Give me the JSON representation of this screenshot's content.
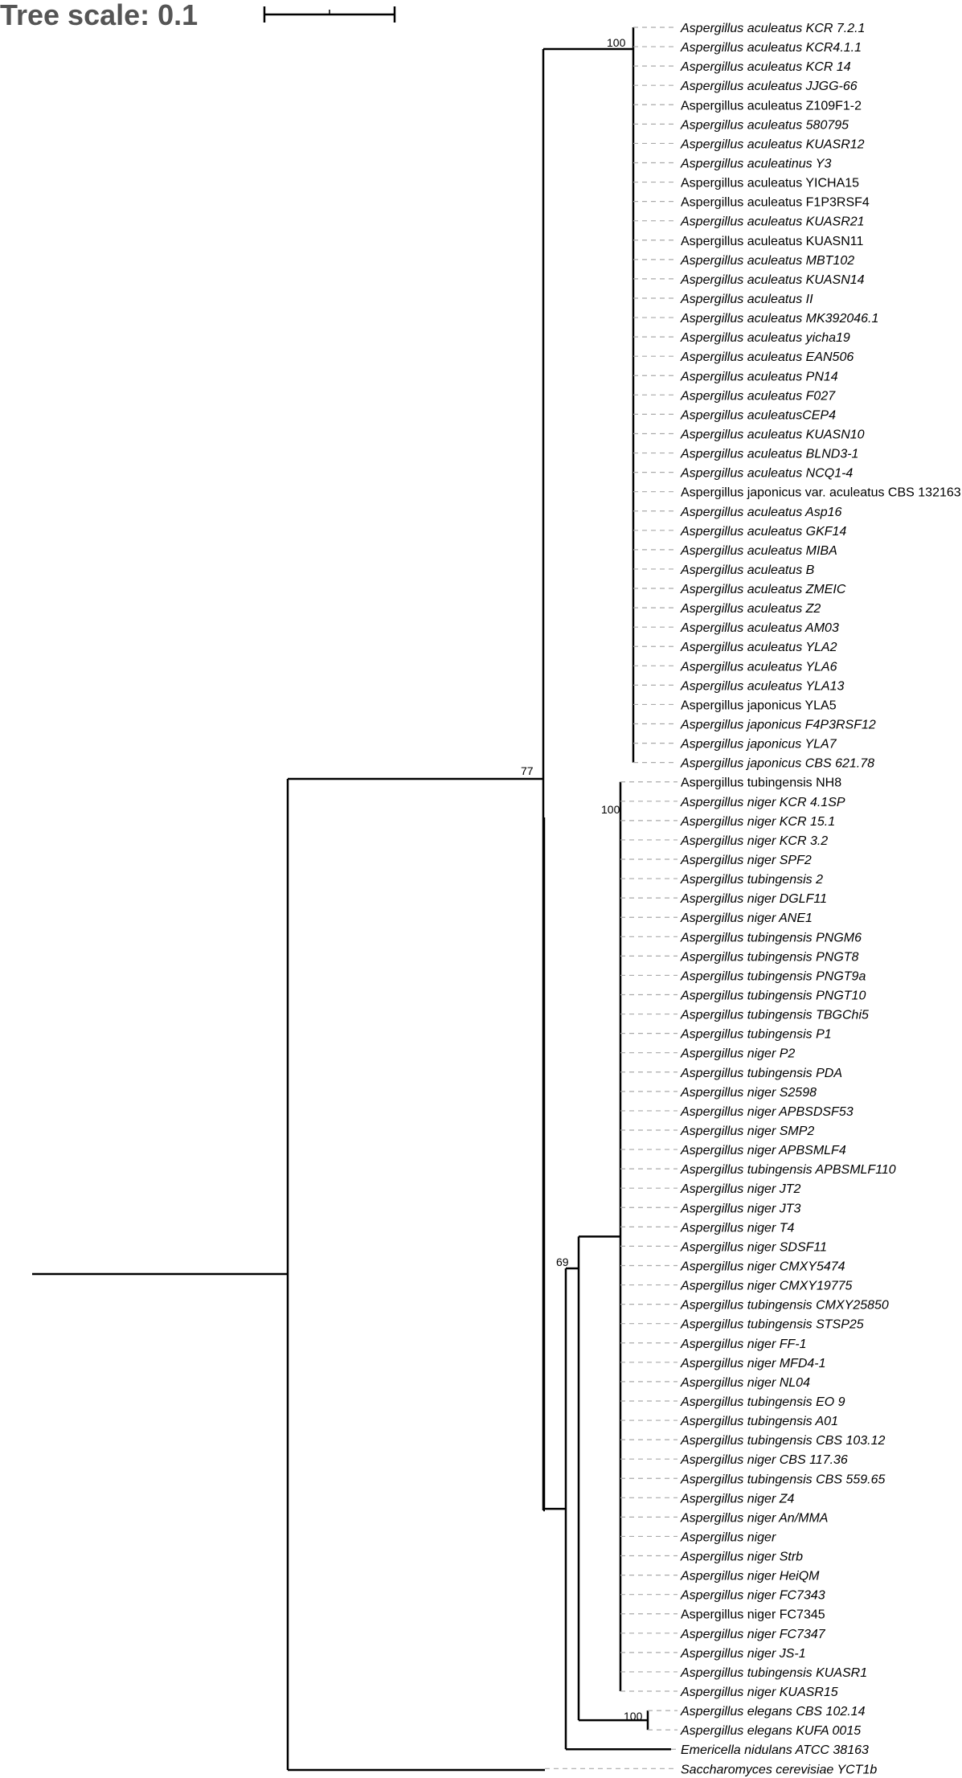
{
  "tree_scale": {
    "label": "Tree scale: 0.1"
  },
  "colors": {
    "highlight": "#e8262a",
    "normal": "#000000",
    "branch": "#000000",
    "guide": "#aaaaaa",
    "title": "#555555"
  },
  "support_values": [
    "100",
    "77",
    "100",
    "69",
    "100"
  ],
  "leaves": [
    {
      "label": "Aspergillus aculeatus KCR 7.2.1",
      "italic": true,
      "highlight": true
    },
    {
      "label": "Aspergillus aculeatus KCR4.1.1",
      "italic": true,
      "highlight": true
    },
    {
      "label": "Aspergillus aculeatus KCR 14",
      "italic": true,
      "highlight": true
    },
    {
      "label": "Aspergillus aculeatus JJGG-66",
      "italic": true,
      "highlight": false
    },
    {
      "label": "Aspergillus aculeatus Z109F1-2",
      "italic": false,
      "highlight": false
    },
    {
      "label": "Aspergillus aculeatus 580795",
      "italic": true,
      "highlight": false
    },
    {
      "label": "Aspergillus aculeatus KUASR12",
      "italic": true,
      "highlight": false
    },
    {
      "label": "Aspergillus aculeatinus Y3",
      "italic": true,
      "highlight": false
    },
    {
      "label": "Aspergillus aculeatus YICHA15",
      "italic": false,
      "highlight": false
    },
    {
      "label": "Aspergillus aculeatus F1P3RSF4",
      "italic": false,
      "highlight": false
    },
    {
      "label": "Aspergillus aculeatus KUASR21",
      "italic": true,
      "highlight": false
    },
    {
      "label": "Aspergillus aculeatus KUASN11",
      "italic": false,
      "highlight": false
    },
    {
      "label": "Aspergillus aculeatus MBT102",
      "italic": true,
      "highlight": false
    },
    {
      "label": "Aspergillus aculeatus KUASN14",
      "italic": true,
      "highlight": false
    },
    {
      "label": "Aspergillus aculeatus II",
      "italic": true,
      "highlight": false
    },
    {
      "label": "Aspergillus aculeatus MK392046.1",
      "italic": true,
      "highlight": false
    },
    {
      "label": "Aspergillus aculeatus yicha19",
      "italic": true,
      "highlight": false
    },
    {
      "label": "Aspergillus aculeatus EAN506",
      "italic": true,
      "highlight": false
    },
    {
      "label": "Aspergillus aculeatus PN14",
      "italic": true,
      "highlight": false
    },
    {
      "label": "Aspergillus aculeatus F027",
      "italic": true,
      "highlight": false
    },
    {
      "label": "Aspergillus aculeatusCEP4",
      "italic": true,
      "highlight": false
    },
    {
      "label": "Aspergillus aculeatus KUASN10",
      "italic": true,
      "highlight": false
    },
    {
      "label": "Aspergillus aculeatus BLND3-1",
      "italic": true,
      "highlight": false
    },
    {
      "label": "Aspergillus aculeatus NCQ1-4",
      "italic": true,
      "highlight": false
    },
    {
      "label": "Aspergillus japonicus var. aculeatus CBS 132163",
      "italic": false,
      "highlight": false
    },
    {
      "label": "Aspergillus aculeatus Asp16",
      "italic": true,
      "highlight": false
    },
    {
      "label": "Aspergillus aculeatus GKF14",
      "italic": true,
      "highlight": false
    },
    {
      "label": "Aspergillus aculeatus MIBA",
      "italic": true,
      "highlight": false
    },
    {
      "label": "Aspergillus aculeatus B",
      "italic": true,
      "highlight": false
    },
    {
      "label": "Aspergillus aculeatus ZMEIC",
      "italic": true,
      "highlight": false
    },
    {
      "label": "Aspergillus aculeatus Z2",
      "italic": true,
      "highlight": false
    },
    {
      "label": "Aspergillus aculeatus AM03",
      "italic": true,
      "highlight": false
    },
    {
      "label": "Aspergillus aculeatus YLA2",
      "italic": true,
      "highlight": false
    },
    {
      "label": "Aspergillus aculeatus YLA6",
      "italic": true,
      "highlight": false
    },
    {
      "label": "Aspergillus aculeatus YLA13",
      "italic": true,
      "highlight": false
    },
    {
      "label": "Aspergillus japonicus YLA5",
      "italic": false,
      "highlight": false
    },
    {
      "label": "Aspergillus japonicus F4P3RSF12",
      "italic": true,
      "highlight": false
    },
    {
      "label": "Aspergillus japonicus YLA7",
      "italic": true,
      "highlight": false
    },
    {
      "label": "Aspergillus japonicus CBS 621.78",
      "italic": true,
      "highlight": false
    },
    {
      "label": "Aspergillus tubingensis NH8",
      "italic": false,
      "highlight": false
    },
    {
      "label": "Aspergillus niger KCR 4.1SP",
      "italic": true,
      "highlight": true
    },
    {
      "label": "Aspergillus niger KCR 15.1",
      "italic": true,
      "highlight": true
    },
    {
      "label": "Aspergillus niger KCR 3.2",
      "italic": true,
      "highlight": true
    },
    {
      "label": "Aspergillus niger SPF2",
      "italic": true,
      "highlight": false
    },
    {
      "label": "Aspergillus tubingensis 2",
      "italic": true,
      "highlight": false
    },
    {
      "label": "Aspergillus niger DGLF11",
      "italic": true,
      "highlight": false
    },
    {
      "label": "Aspergillus niger ANE1",
      "italic": true,
      "highlight": false
    },
    {
      "label": "Aspergillus tubingensis PNGM6",
      "italic": true,
      "highlight": false
    },
    {
      "label": "Aspergillus tubingensis PNGT8",
      "italic": true,
      "highlight": false
    },
    {
      "label": "Aspergillus tubingensis PNGT9a",
      "italic": true,
      "highlight": false
    },
    {
      "label": "Aspergillus tubingensis PNGT10",
      "italic": true,
      "highlight": false
    },
    {
      "label": "Aspergillus tubingensis TBGChi5",
      "italic": true,
      "highlight": false
    },
    {
      "label": "Aspergillus tubingensis P1",
      "italic": true,
      "highlight": false
    },
    {
      "label": "Aspergillus niger P2",
      "italic": true,
      "highlight": false
    },
    {
      "label": "Aspergillus tubingensis PDA",
      "italic": true,
      "highlight": false
    },
    {
      "label": "Aspergillus niger S2598",
      "italic": true,
      "highlight": false
    },
    {
      "label": "Aspergillus niger APBSDSF53",
      "italic": true,
      "highlight": false
    },
    {
      "label": "Aspergillus niger SMP2",
      "italic": true,
      "highlight": false
    },
    {
      "label": "Aspergillus niger APBSMLF4",
      "italic": true,
      "highlight": false
    },
    {
      "label": "Aspergillus tubingensis APBSMLF110",
      "italic": true,
      "highlight": false
    },
    {
      "label": "Aspergillus niger JT2",
      "italic": true,
      "highlight": false
    },
    {
      "label": "Aspergillus niger JT3",
      "italic": true,
      "highlight": false
    },
    {
      "label": "Aspergillus niger T4",
      "italic": true,
      "highlight": false
    },
    {
      "label": "Aspergillus niger SDSF11",
      "italic": true,
      "highlight": false
    },
    {
      "label": "Aspergillus niger CMXY5474",
      "italic": true,
      "highlight": false
    },
    {
      "label": "Aspergillus niger CMXY19775",
      "italic": true,
      "highlight": false
    },
    {
      "label": "Aspergillus tubingensis CMXY25850",
      "italic": true,
      "highlight": false
    },
    {
      "label": "Aspergillus tubingensis STSP25",
      "italic": true,
      "highlight": false
    },
    {
      "label": "Aspergillus niger FF-1",
      "italic": true,
      "highlight": false
    },
    {
      "label": "Aspergillus niger MFD4-1",
      "italic": true,
      "highlight": false
    },
    {
      "label": "Aspergillus niger NL04",
      "italic": true,
      "highlight": false
    },
    {
      "label": "Aspergillus tubingensis EO 9",
      "italic": true,
      "highlight": false
    },
    {
      "label": "Aspergillus tubingensis A01",
      "italic": true,
      "highlight": false
    },
    {
      "label": "Aspergillus tubingensis CBS 103.12",
      "italic": true,
      "highlight": false
    },
    {
      "label": "Aspergillus niger CBS 117.36",
      "italic": true,
      "highlight": false
    },
    {
      "label": "Aspergillus tubingensis CBS 559.65",
      "italic": true,
      "highlight": false
    },
    {
      "label": "Aspergillus niger Z4",
      "italic": true,
      "highlight": false
    },
    {
      "label": "Aspergillus niger An/MMA",
      "italic": true,
      "highlight": false
    },
    {
      "label": "Aspergillus niger",
      "italic": true,
      "highlight": false
    },
    {
      "label": "Aspergillus niger Strb",
      "italic": true,
      "highlight": false
    },
    {
      "label": "Aspergillus niger HeiQM",
      "italic": true,
      "highlight": false
    },
    {
      "label": "Aspergillus niger FC7343",
      "italic": true,
      "highlight": false
    },
    {
      "label": "Aspergillus niger FC7345",
      "italic": false,
      "highlight": false
    },
    {
      "label": "Aspergillus niger FC7347",
      "italic": true,
      "highlight": false
    },
    {
      "label": "Aspergillus niger JS-1",
      "italic": true,
      "highlight": false
    },
    {
      "label": "Aspergillus tubingensis KUASR1",
      "italic": true,
      "highlight": false
    },
    {
      "label": "Aspergillus niger KUASR15",
      "italic": true,
      "highlight": false
    },
    {
      "label": "Aspergillus elegans CBS 102.14",
      "italic": true,
      "highlight": false
    },
    {
      "label": "Aspergillus elegans KUFA 0015",
      "italic": true,
      "highlight": false
    },
    {
      "label": "Emericella nidulans ATCC 38163",
      "italic": true,
      "highlight": false
    },
    {
      "label": "Saccharomyces cerevisiae YCT1b",
      "italic": true,
      "highlight": false
    }
  ]
}
